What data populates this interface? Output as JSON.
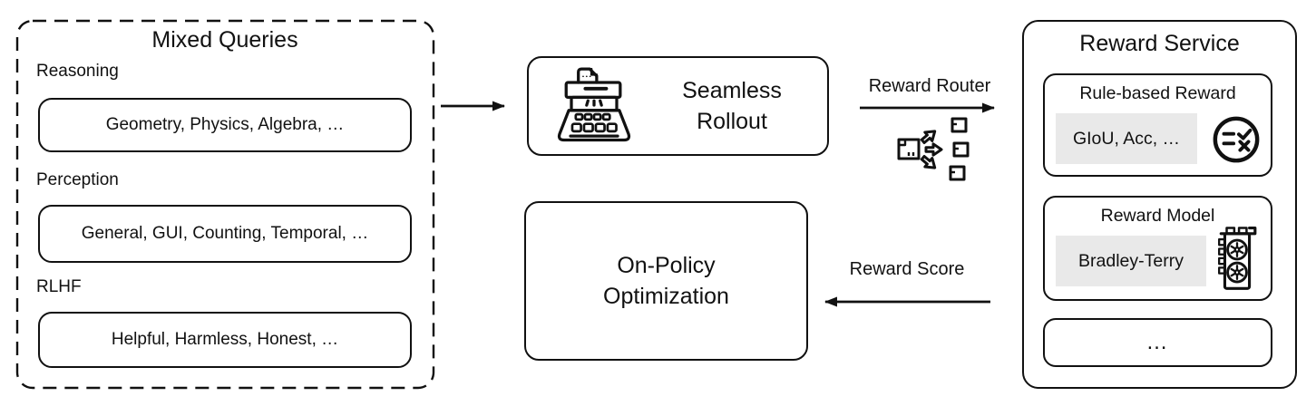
{
  "figure": {
    "mixed_queries": {
      "title": "Mixed Queries",
      "groups": [
        {
          "label": "Reasoning",
          "items": "Geometry, Physics, Algebra, …"
        },
        {
          "label": "Perception",
          "items": "General, GUI, Counting, Temporal, …"
        },
        {
          "label": "RLHF",
          "items": "Helpful, Harmless, Honest, …"
        }
      ]
    },
    "seamless_rollout": {
      "title": "Seamless Rollout",
      "icon": "typewriter-icon"
    },
    "arrows": {
      "reward_router_label": "Reward Router",
      "reward_score_label": "Reward Score",
      "router_icon": "route-branch-icon"
    },
    "reward_service": {
      "title": "Reward Service",
      "rule_based_reward": {
        "title": "Rule-based Reward",
        "chip": "GIoU, Acc, …",
        "icon": "rule-check-icon"
      },
      "reward_model": {
        "title": "Reward Model",
        "chip": "Bradley-Terry",
        "icon": "gpu-icon"
      },
      "ellipsis_box": "…"
    },
    "on_policy_optimization": {
      "title": "On-Policy Optimization"
    },
    "colors": {
      "ink": "#111111",
      "chip_bg": "#e9e9e9",
      "background": "#ffffff"
    }
  }
}
